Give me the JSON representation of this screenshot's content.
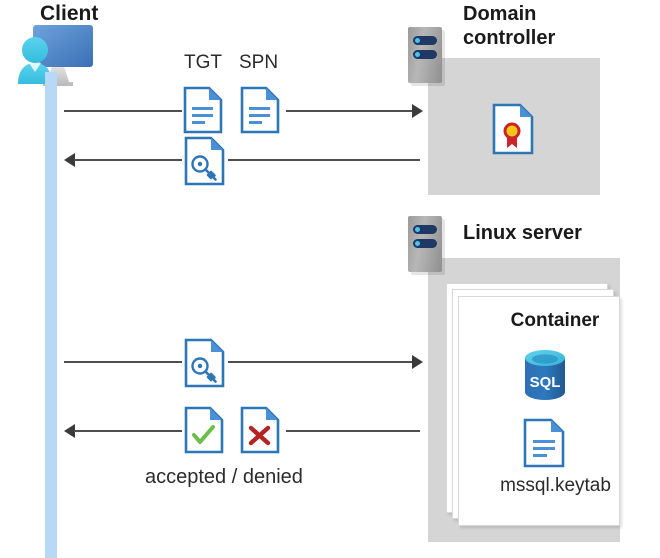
{
  "diagram": {
    "title_client": "Client",
    "title_domain_controller": "Domain\ncontroller",
    "title_domain_controller_line1": "Domain",
    "title_domain_controller_line2": "controller",
    "title_linux_server": "Linux server",
    "title_container": "Container"
  },
  "labels": {
    "tgt": "TGT",
    "spn": "SPN",
    "accepted_denied": "accepted / denied",
    "keytab_file": "mssql.keytab",
    "sql_text": "SQL"
  },
  "icons": {
    "client": "client-workstation-icon",
    "server_rack": "server-rack-icon",
    "certificate_doc": "certificate-document-icon",
    "text_doc": "text-document-icon",
    "key_doc": "key-document-icon",
    "check_doc": "approved-document-icon",
    "cross_doc": "denied-document-icon",
    "sql_db": "sql-database-icon",
    "keytab_doc": "keytab-document-icon",
    "arrow_right": "arrow-right-icon",
    "arrow_left": "arrow-left-icon"
  },
  "flows": [
    {
      "id": "request-tgt-spn",
      "direction": "right",
      "payload": [
        "TGT",
        "SPN"
      ],
      "from": "Client",
      "to": "Domain controller"
    },
    {
      "id": "receive-service-ticket",
      "direction": "left",
      "payload": [
        "key-document"
      ],
      "from": "Domain controller",
      "to": "Client"
    },
    {
      "id": "present-service-ticket",
      "direction": "right",
      "payload": [
        "key-document"
      ],
      "from": "Client",
      "to": "Linux server"
    },
    {
      "id": "auth-result",
      "direction": "left",
      "payload": [
        "accepted",
        "denied"
      ],
      "from": "Linux server",
      "to": "Client",
      "caption": "accepted / denied"
    }
  ],
  "colors": {
    "panel_gray": "#d5d5d5",
    "lifeline_blue": "#b9d8f7",
    "doc_blue": "#2e75b6",
    "doc_fold_blue": "#4a90d9",
    "line_gray": "#4f4f4f",
    "check_green": "#6abf4b",
    "cross_red": "#b32424",
    "sql_blue": "#2c6fb5",
    "sql_top_blue": "#4ec3e0",
    "ribbon_red": "#cc2229",
    "ribbon_gold": "#f5c518",
    "rack_navy": "#1f3864",
    "rack_dot": "#49c3f0",
    "client_cyan": "#44c8e8",
    "client_monitor": "#4a86c8"
  }
}
